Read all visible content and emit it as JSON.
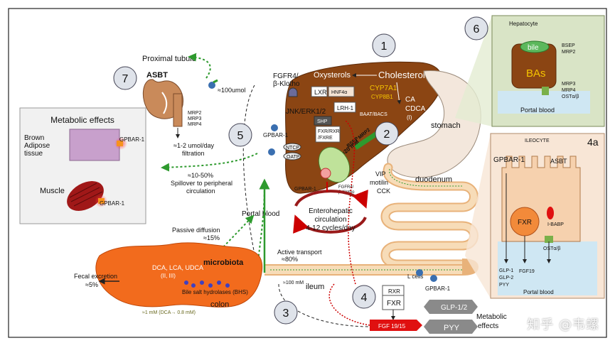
{
  "numbers": {
    "n1": "1",
    "n2": "2",
    "n3": "3",
    "n4": "4",
    "n4a": "4a",
    "n5": "5",
    "n6": "6",
    "n7": "7"
  },
  "proximal_tubule": {
    "title": "Proximal tubule",
    "asbt": "ASBT",
    "transporters": [
      "MRP2",
      "MRP3",
      "MRP4"
    ],
    "filtration": [
      "≈1-2 umol/day",
      "filtration"
    ],
    "umol": "≈100umol"
  },
  "metabolic_effects": {
    "title": "Metabolic effects",
    "brown_adipose": [
      "Brown",
      "Adipose",
      "tissue"
    ],
    "muscle": "Muscle",
    "gpbar_1": "GPBAR-1",
    "gpbar_2": "GPBAR-1"
  },
  "spillover": [
    "≈10-50%",
    "Spillover to peripheral",
    "circulation"
  ],
  "liver": {
    "fgfr4": [
      "FGFR4/",
      "β-Klotho"
    ],
    "jnk": "JNK/ERK1/2",
    "oxysterols": "Oxysterols",
    "cholesterol": "Cholesterol",
    "lxr": "LXR",
    "hnf4a": "HNF4α",
    "lrh1": "LRH-1",
    "cyp7a1": "CYP7A1",
    "cyp8b1": "CYP8B1",
    "ca": "CA",
    "cdca": "CDCA",
    "baat": "BAAT/BACS",
    "shp": "SHP",
    "fxr_rxr": [
      "FXR/RXR",
      "/FXRE"
    ],
    "gpbar": "GPBAR-1",
    "ntcp": "NTCP",
    "oatp": "OATP",
    "bsep": "BSEP",
    "mrp2": "MRP2",
    "ba_conc": "[BA]≈20 mM",
    "roman_i": "(I)"
  },
  "gallbladder": {
    "gpbar": "GPBAR-1",
    "fgf": [
      "FGFR4/",
      "β-Klotho"
    ]
  },
  "gut": {
    "stomach": "stomach",
    "duodenum": "duodenum",
    "vip": "VIP",
    "motilin": "motilin",
    "cck": "CCK",
    "ileum": "ileum",
    "l_cells": "L cells",
    "gpbar": "GPBAR-1",
    "approx100mm": "≈100 mM"
  },
  "portal_blood": "Portal blood",
  "enterohepatic": [
    "Enterohepatic",
    "circulation",
    "4-12 cycles/day"
  ],
  "passive": [
    "Passive diffusion",
    "≈15%"
  ],
  "active": [
    "Active transport",
    "≈80%"
  ],
  "colon": {
    "microbiota": "microbiota",
    "dca": "DCA, LCA, UDCA",
    "roman": "(II, III)",
    "bsh": "Bile salt hydrolases (BHS)",
    "colon": "colon",
    "conc": "≈1 mM (DCA→ 0.8 mM)",
    "fecal": [
      "Fecal excretion",
      "≈5%"
    ]
  },
  "box4": {
    "rxr": "RXR",
    "fxr": "FXR",
    "fgf": "FGF 19/15",
    "glp": "GLP-1/2",
    "pyy": "PYY",
    "metabolic": [
      "Metabolic",
      "effects"
    ]
  },
  "hepatocyte": {
    "title": "Hepatocyte",
    "bile": "bile",
    "bas": "BAs",
    "bsep": [
      "BSEP",
      "MRP2"
    ],
    "mrp": [
      "MRP3",
      "MRP4",
      "OSTα/β"
    ],
    "portal": "Portal blood"
  },
  "ileocyte": {
    "title": "ILEOCYTE",
    "gpbar": "GPBAR-1",
    "asbt": "ASBT",
    "fxr": "FXR",
    "ibabp": "I-BABP",
    "ost": "OSTα/β",
    "glp": [
      "GLP-1",
      "GLP-2",
      "PYY"
    ],
    "fgf19": "FGF19",
    "portal": "Portal blood"
  },
  "watermark": "知乎 @韦螺",
  "colors": {
    "liver": "#8b4513",
    "intestine": "#f3c99a",
    "colon": "#f26b1d",
    "portal": "#cfe7f3",
    "panel_bg": "#f1ece2",
    "hep_bg": "#d9e4c6",
    "ileo_bg": "#f8e6d6",
    "number_circle": "#dfe3ea",
    "green_arrow": "#2e9a2e",
    "red": "#d62020"
  }
}
